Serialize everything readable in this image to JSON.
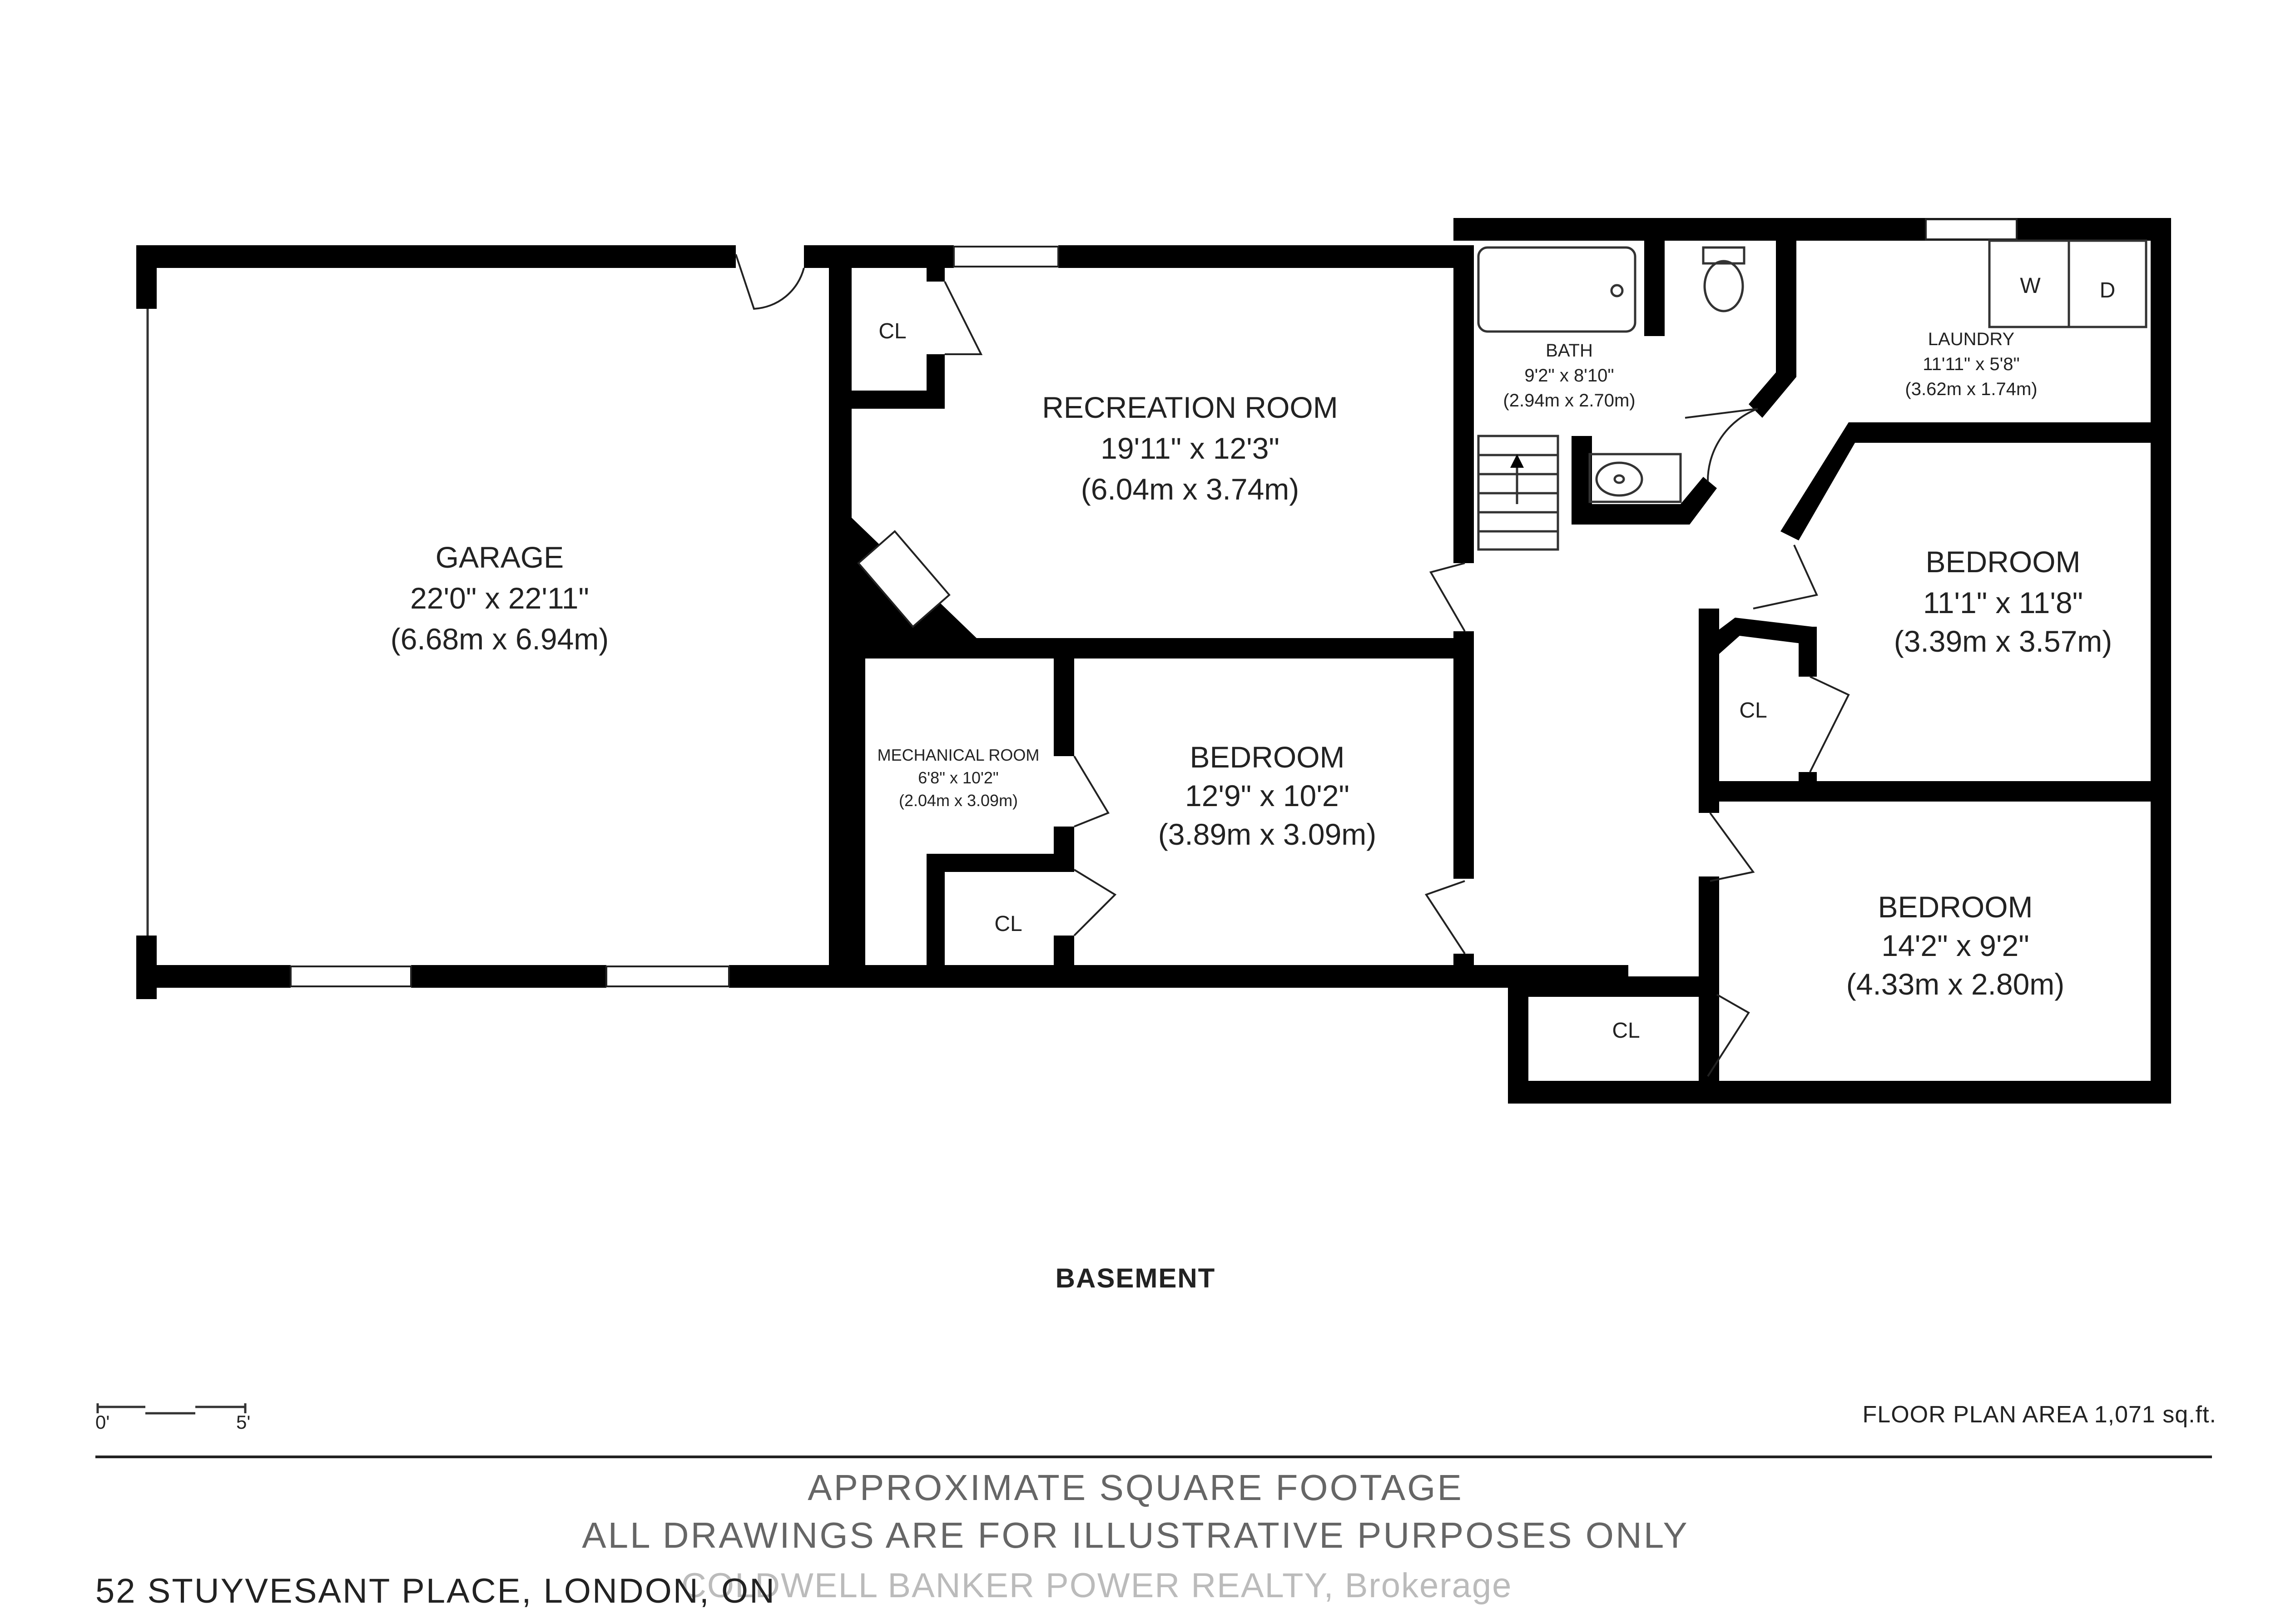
{
  "rooms": {
    "garage": {
      "name": "GARAGE",
      "imperial": "22'0\" x 22'11\"",
      "metric": "(6.68m x 6.94m)"
    },
    "recreation": {
      "name": "RECREATION ROOM",
      "imperial": "19'11\" x 12'3\"",
      "metric": "(6.04m x 3.74m)"
    },
    "bath": {
      "name": "BATH",
      "imperial": "9'2\" x 8'10\"",
      "metric": "(2.94m x 2.70m)"
    },
    "laundry": {
      "name": "LAUNDRY",
      "imperial": "11'11\" x 5'8\"",
      "metric": "(3.62m x 1.74m)"
    },
    "bedroom_ne": {
      "name": "BEDROOM",
      "imperial": "11'1\" x 11'8\"",
      "metric": "(3.39m x 3.57m)"
    },
    "mechanical": {
      "name": "MECHANICAL ROOM",
      "imperial": "6'8\" x 10'2\"",
      "metric": "(2.04m x 3.09m)"
    },
    "bedroom_center": {
      "name": "BEDROOM",
      "imperial": "12'9\" x 10'2\"",
      "metric": "(3.89m x 3.09m)"
    },
    "bedroom_se": {
      "name": "BEDROOM",
      "imperial": "14'2\" x 9'2\"",
      "metric": "(4.33m x 2.80m)"
    }
  },
  "closet_label": "CL",
  "washer_label": "W",
  "dryer_label": "D",
  "floor_title": "BASEMENT",
  "floor_area": "FLOOR PLAN AREA 1,071 sq.ft.",
  "scale": {
    "start": "0'",
    "end": "5'"
  },
  "disclaimer": [
    "APPROXIMATE SQUARE FOOTAGE",
    "ALL DRAWINGS ARE FOR ILLUSTRATIVE PURPOSES ONLY"
  ],
  "address": "52 STUYVESANT PLACE, LONDON, ON",
  "brokerage": "COLDWELL BANKER POWER REALTY, Brokerage"
}
